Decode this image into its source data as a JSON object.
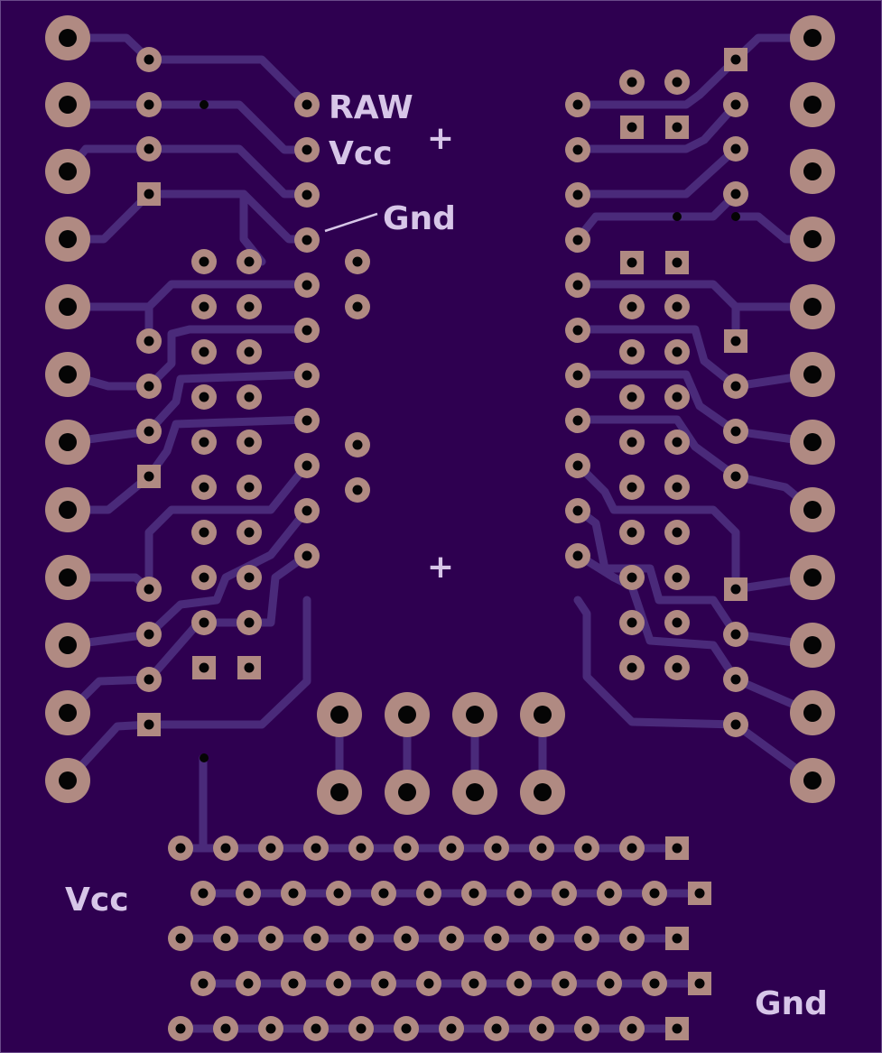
{
  "board": {
    "labels": {
      "raw": "RAW",
      "vcc_top": "Vcc",
      "gnd_top": "Gnd",
      "vcc_bottom": "Vcc",
      "gnd_bottom": "Gnd"
    },
    "colors": {
      "substrate": "#2e0050",
      "substrate_edge": "#6a4a8a",
      "trace": "#4a2a7a",
      "pad": "#b08a82",
      "drill": "#050505",
      "silkscreen": "#d7c6e8"
    },
    "fiducial_symbol": "+"
  }
}
